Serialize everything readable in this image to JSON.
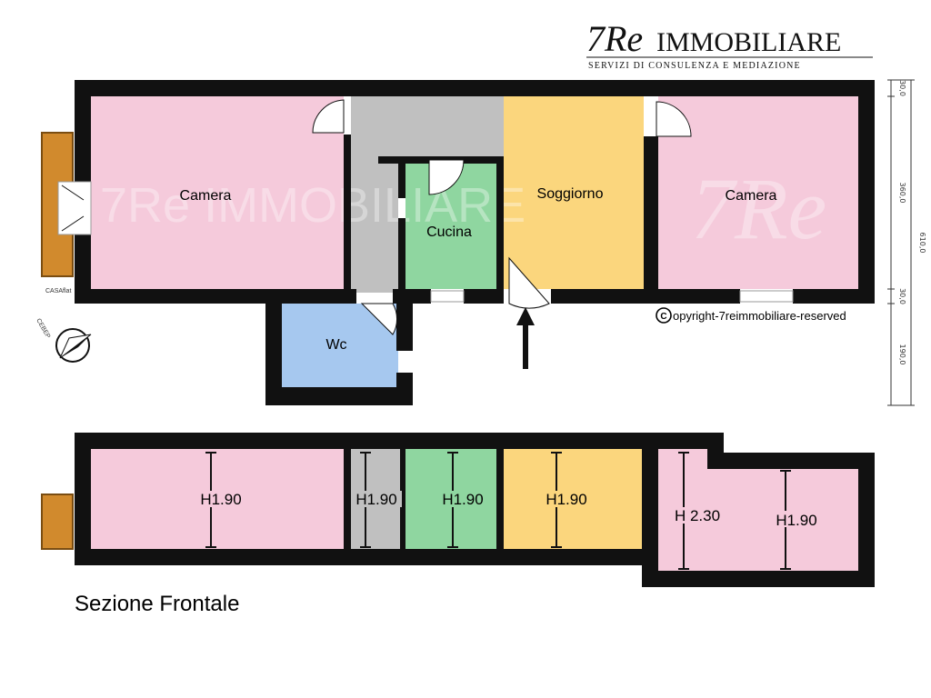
{
  "brand": {
    "logo_mark": "7Re",
    "name": "IMMOBILIARE",
    "tagline": "SERVIZI DI CONSULENZA E MEDIAZIONE",
    "watermark": "7Re IMMOBILIARE",
    "copyright": "opyright-7reimmobiliare-reserved",
    "copyright_symbol": "C"
  },
  "rooms": {
    "camera_left": "Camera",
    "camera_right": "Camera",
    "soggiorno": "Soggiorno",
    "cucina": "Cucina",
    "wc": "Wc"
  },
  "dimensions": [
    "30,0",
    "360,0",
    "30,0",
    "190,0",
    "610,0"
  ],
  "compass_label": "CEBEP",
  "casa_label": "CASAflat",
  "section": {
    "title": "Sezione Frontale",
    "heights": [
      "H1.90",
      "H1.90",
      "H1.90",
      "H1.90",
      "H 2.30",
      "H1.90"
    ]
  },
  "colors": {
    "camera": "#f5cadb",
    "corridor": "#c0c0c0",
    "cucina": "#8fd6a0",
    "soggiorno": "#fbd67d",
    "wc": "#a6c8ef",
    "balcony": "#d18a2d",
    "wall": "#111111"
  }
}
